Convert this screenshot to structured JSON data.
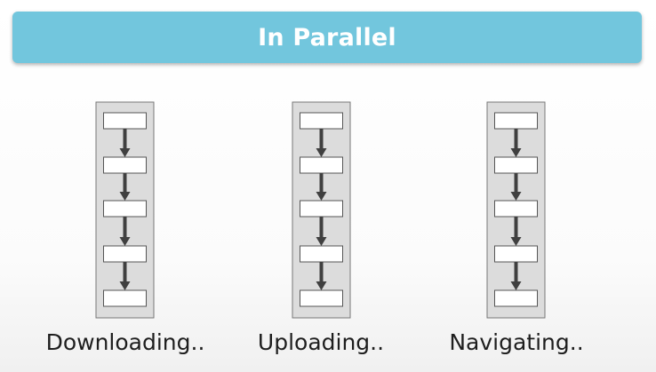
{
  "banner": {
    "title": "In Parallel"
  },
  "columns": [
    {
      "label": "Downloading..",
      "steps": 5
    },
    {
      "label": "Uploading..",
      "steps": 5
    },
    {
      "label": "Navigating..",
      "steps": 5
    }
  ],
  "colors": {
    "banner_bg": "#72c6dd",
    "banner_text": "#ffffff",
    "column_bg": "#dcdcdc",
    "column_border": "#777777",
    "step_bg": "#ffffff",
    "step_border": "#555555",
    "arrow": "#404040"
  }
}
